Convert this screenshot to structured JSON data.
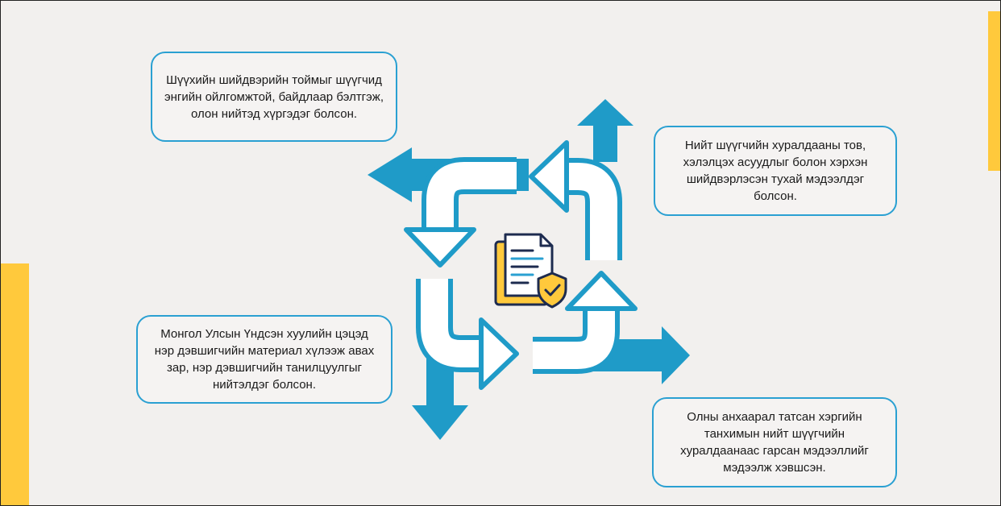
{
  "slide": {
    "accent_color": "#ffc93c",
    "arrow_color": "#1f9bc8",
    "border_color": "#2aa0d2"
  },
  "center_icon": {
    "name": "document-shield-check-icon"
  },
  "boxes": {
    "top_left": "Шүүхийн шийдвэрийн тоймыг шүүгчид энгийн ойлгомжтой, байдлаар бэлтгэж, олон нийтэд хүргэдэг болсон.",
    "top_right": "Нийт шүүгчийн хуралдааны тов, хэлэлцэх асуудлыг болон хэрхэн шийдвэрлэсэн тухай мэдээлдэг болсон.",
    "bottom_left": "Монгол Улсын Үндсэн хуулийн цэцэд нэр дэвшигчийн материал хүлээж авах зар, нэр дэвшигчийн танилцуулгыг нийтэлдэг болсон.",
    "bottom_right": "Олны анхаарал татсан хэргийн танхимын нийт шүүгчийн хуралдаанаас гарсан мэдээллийг мэдээлж хэвшсэн."
  }
}
